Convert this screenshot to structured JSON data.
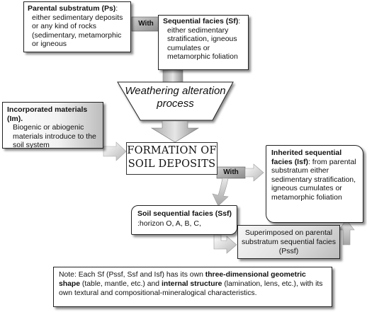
{
  "parental": {
    "title": "Parental substratum (Ps)",
    "colon": ":",
    "body": "either sedimentary deposits or any kind of rocks (sedimentary, metamorphic or igneous"
  },
  "with_label": "With",
  "sequential": {
    "title": "Sequential facies (Sf)",
    "colon": ":",
    "body": "either sedimentary stratification, igneous cumulates or metamorphic foliation"
  },
  "weathering": {
    "line1": "Weathering alteration",
    "line2": "process"
  },
  "incorporated": {
    "title": "Incorporated materials (Im).",
    "body": "Biogenic or abiogenic materials introduce to the soil system"
  },
  "formation": {
    "line1": "FORMATION OF",
    "line2": "SOIL DEPOSITS"
  },
  "with_label2": "With",
  "inherited": {
    "title": "Inherited sequential facies (Isf)",
    "colon": ":",
    "body": "from parental substratum either sedimentary stratification, igneous cumulates or metamorphic foliation"
  },
  "soil": {
    "title": "Soil sequential facies (Ssf)",
    "colon": ":",
    "body": "horizon O, A, B, C,"
  },
  "superimposed": {
    "text": "Superimposed on parental substratum sequential facies (Pssf)"
  },
  "note": {
    "part1": "Note: Each Sf (Pssf, Ssf and Isf) has its own ",
    "bold1": "three-dimensional geometric shape",
    "part2": " (table, mantle, etc.) and ",
    "bold2": "internal structure",
    "part3": " (lamination, lens, etc.), with its own textural and compositional-mineralogical characteristics."
  }
}
